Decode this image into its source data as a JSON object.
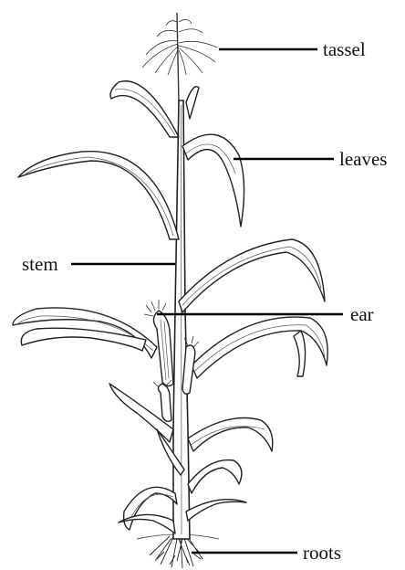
{
  "labels": {
    "tassel": "tassel",
    "leaves": "leaves",
    "stem": "stem",
    "ear": "ear",
    "roots": "roots"
  },
  "colors": {
    "ink": "#111111",
    "background": "#ffffff"
  }
}
